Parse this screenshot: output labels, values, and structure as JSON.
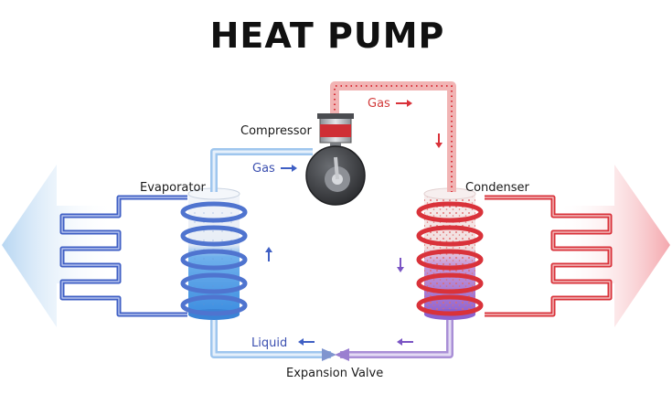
{
  "title": "HEAT PUMP",
  "labels": {
    "compressor": "Compressor",
    "evaporator": "Evaporator",
    "condenser": "Condenser",
    "expansion_valve": "Expansion Valve",
    "gas_left": "Gas",
    "gas_top": "Gas",
    "liquid": "Liquid"
  },
  "colors": {
    "cold": "#3f5fc4",
    "cold_light": "#a9c9ec",
    "hot": "#d9323a",
    "hot_light": "#f3b9b9",
    "mixed": "#8a5fc8"
  }
}
